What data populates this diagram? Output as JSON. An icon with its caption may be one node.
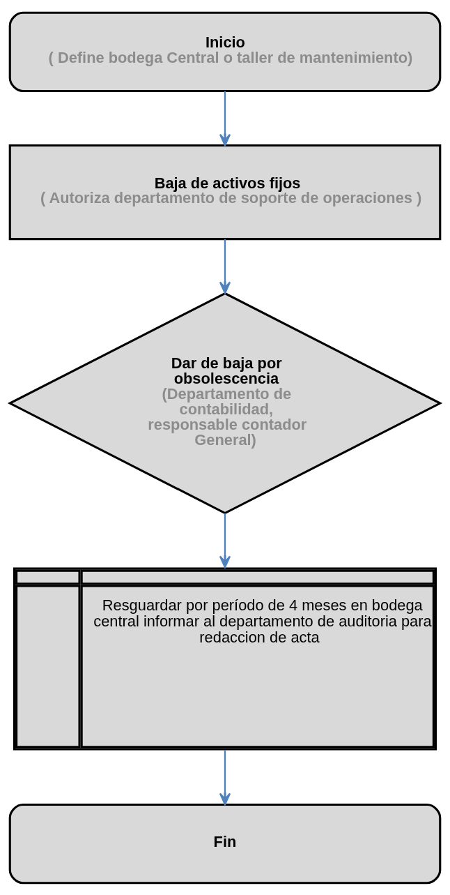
{
  "diagram": {
    "nodes": [
      {
        "text": [
          "Inicio",
          "( Define bodega Central o taller de mantenimiento)"
        ]
      },
      {
        "text": [
          "Baja de activos fijos",
          "( Autoriza departamento de soporte de operaciones )"
        ]
      },
      {
        "text": [
          "Dar de baja por obsolescencia",
          "(Departamento de contabilidad, responsable contador General)"
        ]
      },
      {
        "text": [
          "Resguardar por período de 4 meses en bodega central informar al departamento de auditoria para redaccion de acta"
        ]
      },
      {
        "text": [
          "Fin"
        ]
      }
    ],
    "edges": [
      {
        "from": 0,
        "to": 1,
        "arrow": "to"
      },
      {
        "from": 1,
        "to": 2,
        "arrow": "to"
      },
      {
        "from": 2,
        "to": 3,
        "arrow": "to"
      },
      {
        "from": 3,
        "to": 4,
        "arrow": "to"
      }
    ]
  }
}
